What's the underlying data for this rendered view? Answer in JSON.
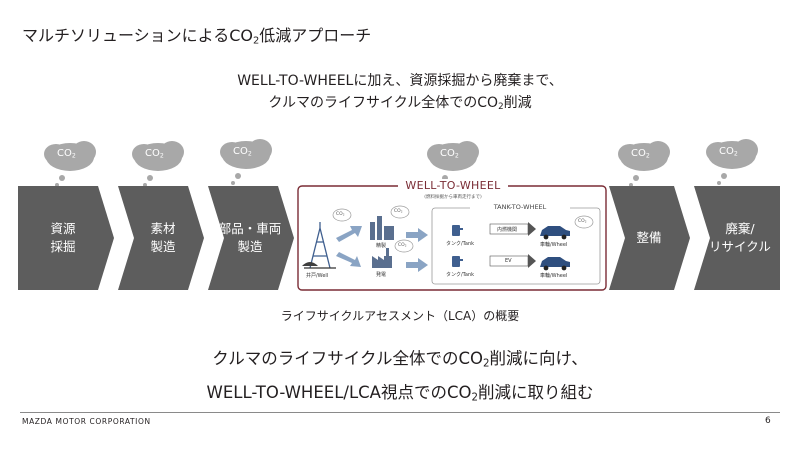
{
  "title": {
    "pre": "マルチソリューションによるCO",
    "sub": "2",
    "post": "低減アプローチ"
  },
  "subtitle": {
    "line1": "WELL-TO-WHEELに加え、資源採掘から廃棄まで、",
    "line2_pre": "クルマのライフサイクル全体でのCO",
    "line2_sub": "2",
    "line2_post": "削減"
  },
  "co2": {
    "base": "CO",
    "sub": "2"
  },
  "stages": [
    {
      "line1": "資源",
      "line2": "採掘"
    },
    {
      "line1": "素材",
      "line2": "製造"
    },
    {
      "line1": "部品・車両",
      "line2": "製造"
    },
    {
      "line1": "整備",
      "line2": ""
    },
    {
      "line1": "廃棄/",
      "line2": "リサイクル"
    }
  ],
  "wtw": {
    "title": "WELL-TO-WHEEL",
    "subtitle": "(燃料採掘から車両走行まで)",
    "ttw_title": "TANK-TO-WHEEL",
    "well_label": "井戸/Well",
    "refinery_label": "精製",
    "power_label": "発電",
    "tank_label_1": "タンク/Tank",
    "tank_label_2": "タンク/Tank",
    "ice_label": "内燃機関",
    "ev_label": "EV",
    "wheel_label_1": "車輪/Wheel",
    "wheel_label_2": "車輪/Wheel"
  },
  "caption": "ライフサイクルアセスメント（LCA）の概要",
  "conclusion": {
    "line1_pre": "クルマのライフサイクル全体でのCO",
    "line1_sub": "2",
    "line1_post": "削減に向け、",
    "line2_pre": "WELL-TO-WHEEL/LCA視点でのCO",
    "line2_sub": "2",
    "line2_post": "削減に取り組む"
  },
  "footer": {
    "company": "MAZDA MOTOR CORPORATION",
    "page": "6"
  },
  "colors": {
    "arrow": "#5d5d5d",
    "cloud": "#a8a8a8",
    "frame": "#7a2c35",
    "blue_arrow": "#8aa4c4"
  }
}
